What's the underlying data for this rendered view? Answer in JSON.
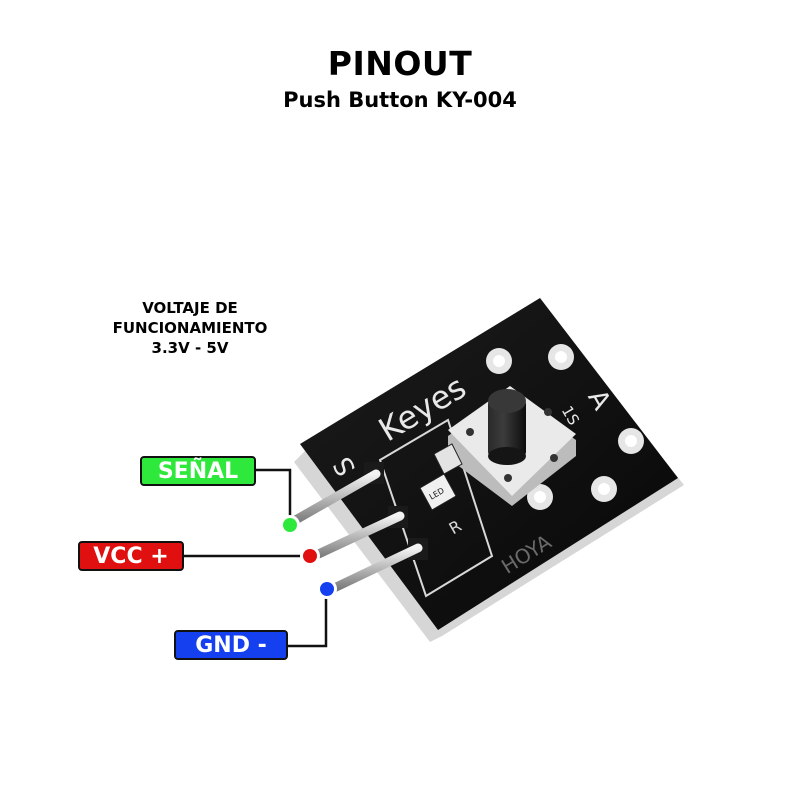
{
  "header": {
    "title": "PINOUT",
    "subtitle": "Push Button KY-004"
  },
  "voltage": {
    "line1": "VOLTAJE DE",
    "line2": "FUNCIONAMIENTO",
    "line3": "3.3V - 5V"
  },
  "board": {
    "brand": "Keyes",
    "pin_marks": {
      "signal": "S",
      "ground": "A"
    },
    "button_mark": "1S",
    "led_mark": "LED",
    "resistor_mark": "R",
    "part_mark": "HOYA"
  },
  "pins": [
    {
      "label": "SEÑAL",
      "color": "#2ee83c"
    },
    {
      "label": "VCC +",
      "color": "#e01010"
    },
    {
      "label": "GND -",
      "color": "#1540f0"
    }
  ],
  "colors": {
    "board": "#111111",
    "signal": "#2ee83c",
    "vcc": "#e01010",
    "gnd": "#1540f0"
  }
}
